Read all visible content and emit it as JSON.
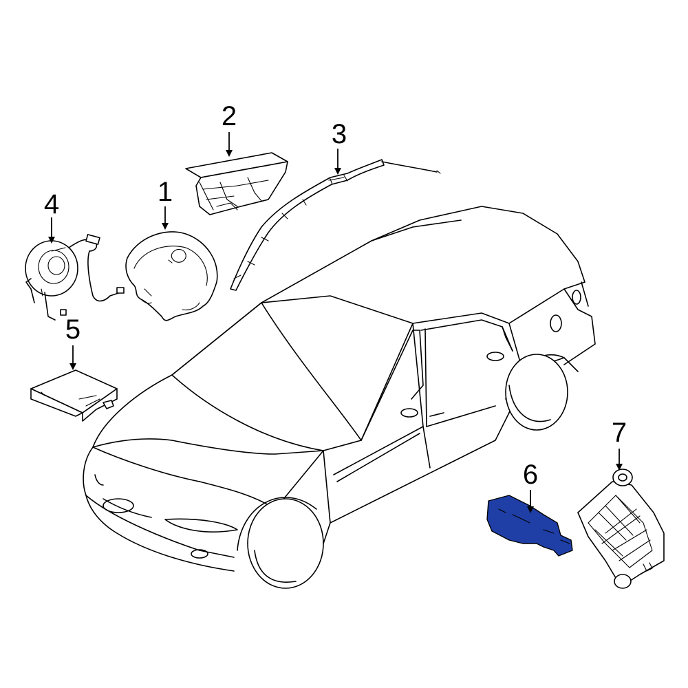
{
  "callouts": [
    {
      "id": "1",
      "part": "driver-airbag"
    },
    {
      "id": "2",
      "part": "passenger-airbag"
    },
    {
      "id": "3",
      "part": "curtain-airbag"
    },
    {
      "id": "4",
      "part": "clockspring"
    },
    {
      "id": "5",
      "part": "airbag-control-module"
    },
    {
      "id": "6",
      "part": "impact-sensor"
    },
    {
      "id": "7",
      "part": "occupant-sensor-module"
    }
  ],
  "highlight_color": "#1f3fa6"
}
